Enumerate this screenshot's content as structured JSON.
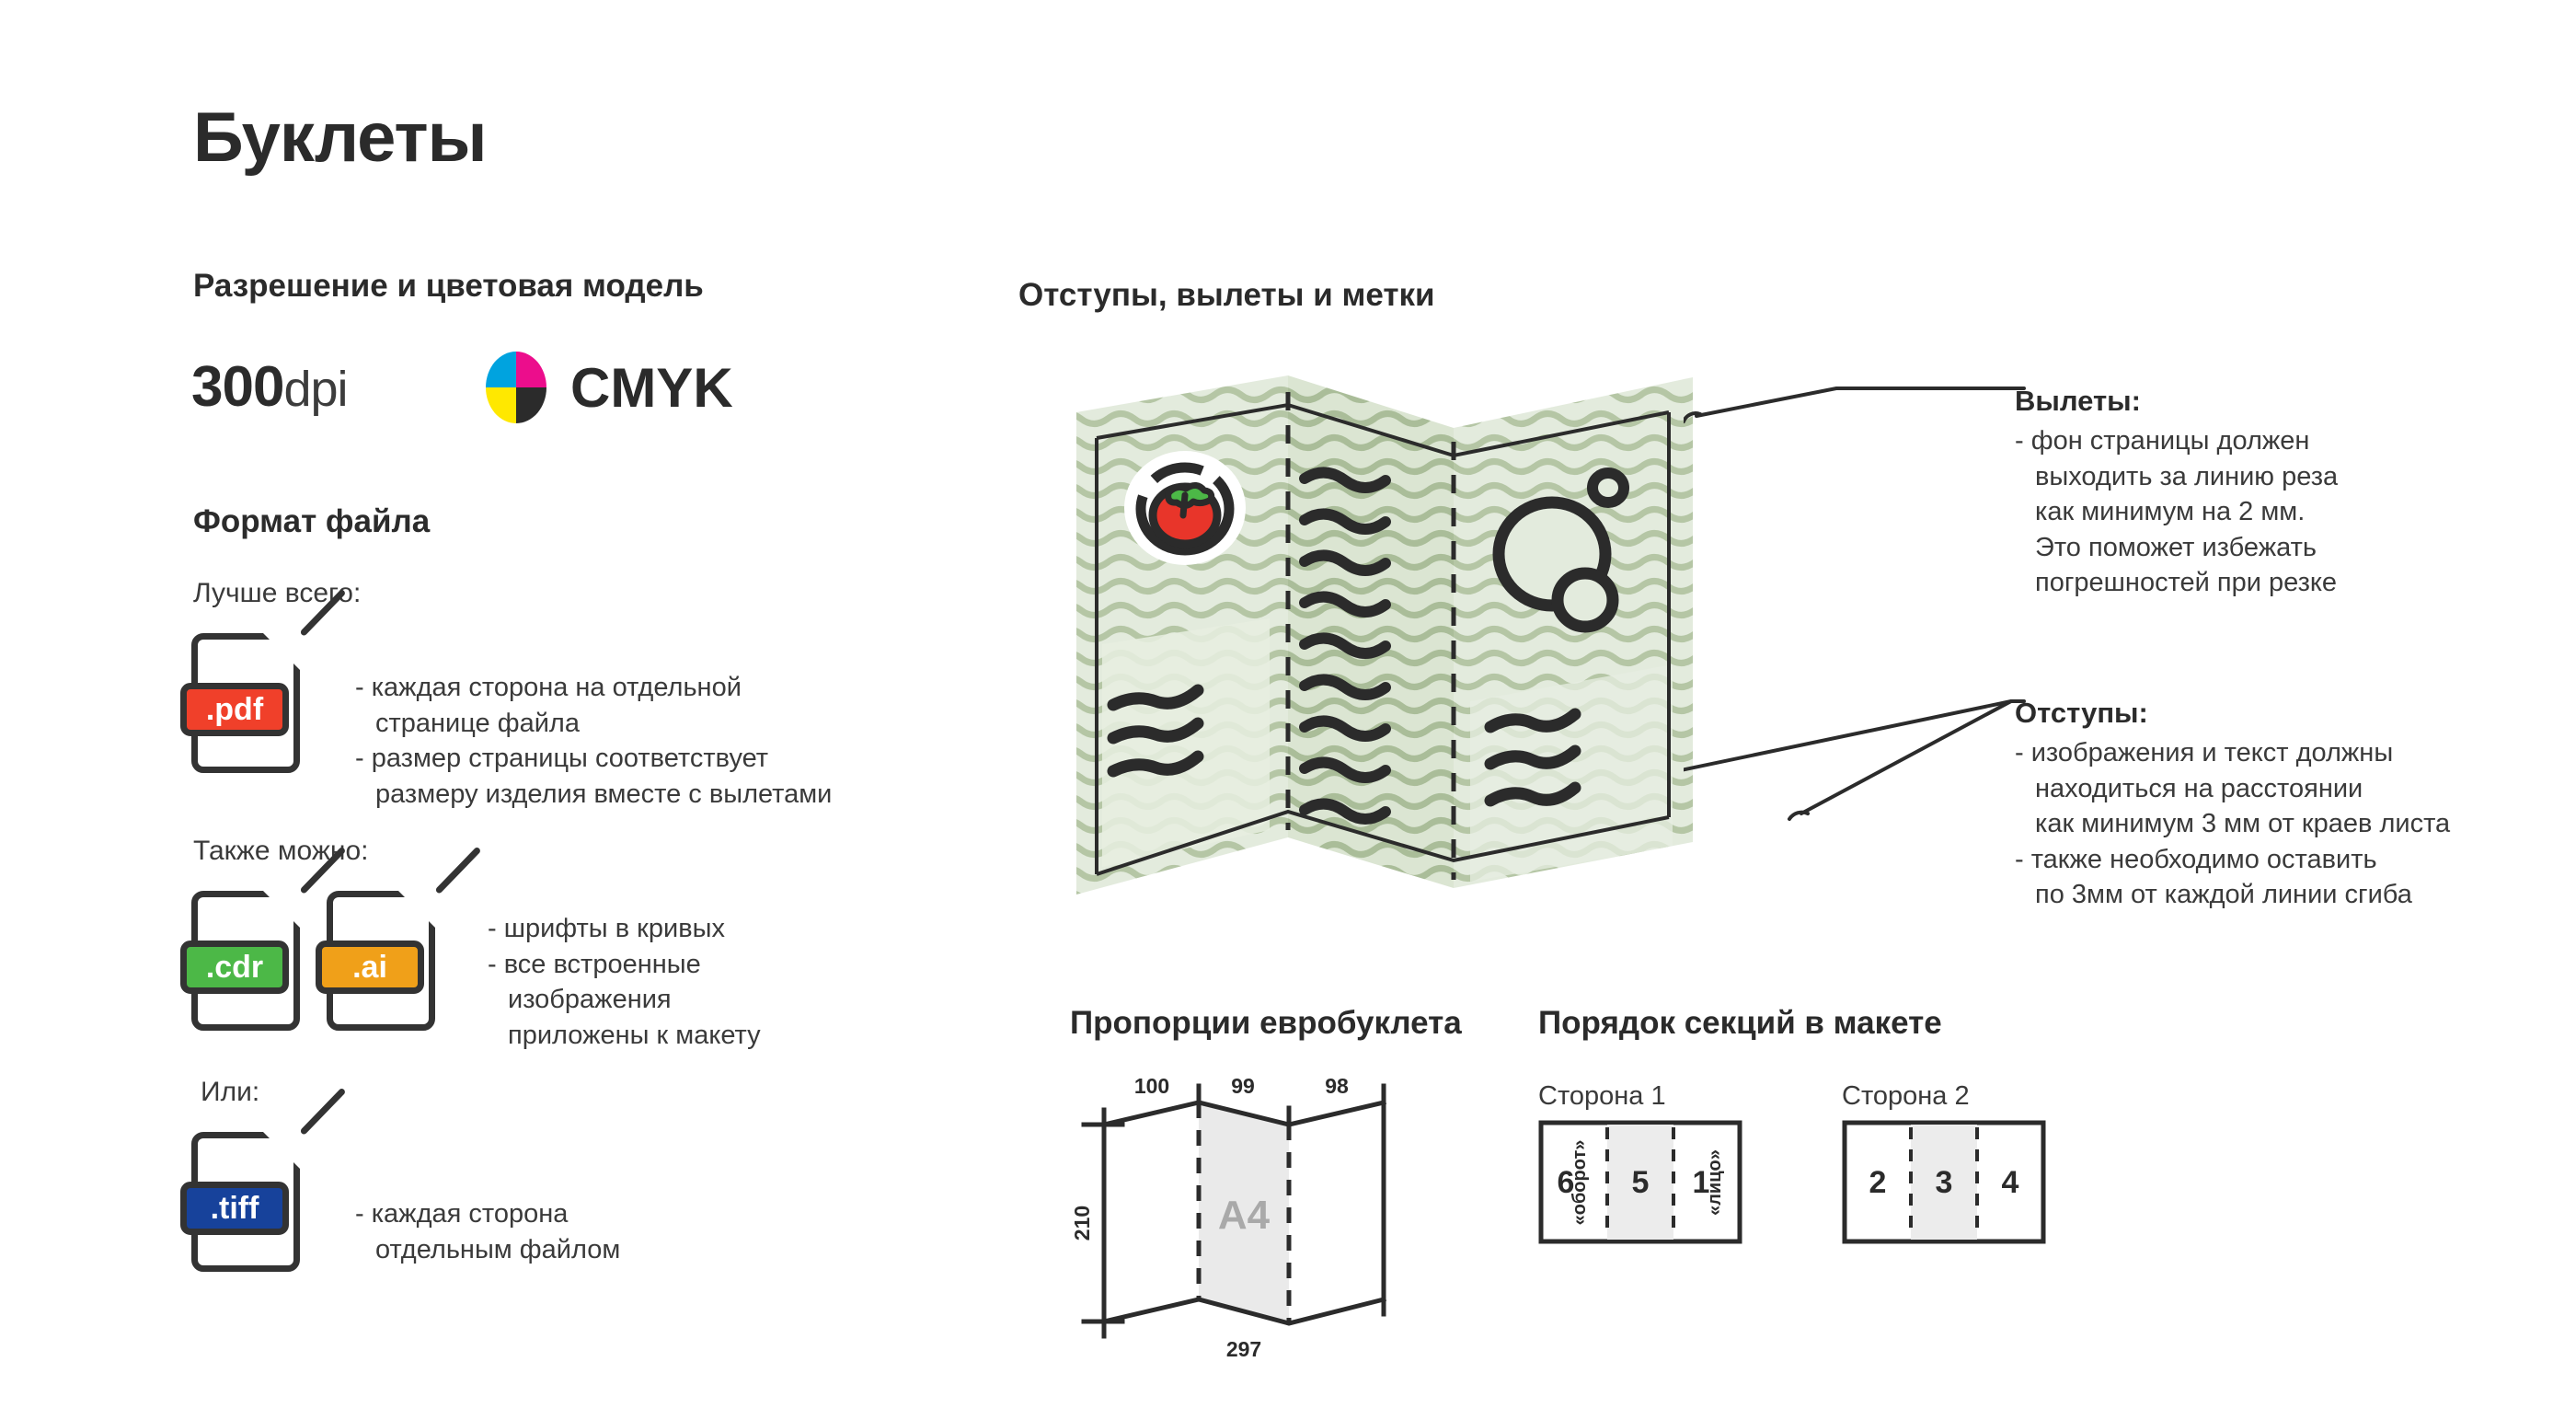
{
  "title": "Буклеты",
  "left_column": {
    "resolution_heading": "Разрешение и цветовая модель",
    "dpi_number": "300",
    "dpi_unit": "dpi",
    "color_model": "CMYK",
    "color_model_swatches": {
      "cyan": "#00a3df",
      "magenta": "#ec0d8c",
      "yellow": "#ffe800",
      "key": "#2b2b2b"
    },
    "file_format_heading": "Формат файла",
    "best_label": "Лучше всего:",
    "pdf_icon_label": ".pdf",
    "pdf_icon_color": "#f0402a",
    "pdf_notes": [
      "- каждая сторона на отдельной",
      "странице файла",
      "- размер страницы соответствует",
      "размеру изделия вместе с вылетами"
    ],
    "also_label": "Также можно:",
    "cdr_icon_label": ".cdr",
    "cdr_icon_color": "#4cb847",
    "ai_icon_label": ".ai",
    "ai_icon_color": "#f0a019",
    "also_notes": [
      "- шрифты в кривых",
      "- все встроенные",
      "изображения",
      "приложены к макету"
    ],
    "or_label": "Или:",
    "tiff_icon_label": ".tiff",
    "tiff_icon_color": "#17429b",
    "tiff_notes": [
      "- каждая сторона",
      "отдельным файлом"
    ]
  },
  "right_column": {
    "marks_heading": "Отступы, вылеты и метки",
    "callouts": [
      {
        "title": "Вылеты:",
        "lines": [
          "- фон страницы должен",
          "выходить за линию реза",
          "как минимум на 2 мм.",
          "Это поможет избежать",
          "погрешностей при резке"
        ]
      },
      {
        "title": "Отступы:",
        "lines": [
          "- изображения и текст должны",
          "находиться на расстоянии",
          "как минимум 3 мм от краев листа",
          "- также необходимо оставить",
          "по 3мм от каждой линии сгиба"
        ]
      }
    ],
    "proportions_heading": "Пропорции евробуклета",
    "proportions": {
      "panel_widths": [
        "100",
        "99",
        "98"
      ],
      "height": "210",
      "total_width": "297",
      "center_label": "A4"
    },
    "order_heading": "Порядок секций в макете",
    "sides": [
      {
        "label": "Сторона 1",
        "panels": [
          "6",
          "5",
          "1"
        ],
        "panel_notes": [
          "«оборот»",
          "",
          "«лицо»"
        ],
        "shaded_index": 1
      },
      {
        "label": "Сторона 2",
        "panels": [
          "2",
          "3",
          "4"
        ],
        "panel_notes": [
          "",
          "",
          ""
        ],
        "shaded_index": 1
      }
    ]
  },
  "illustration": {
    "paper_light": "#e3ebdd",
    "paper_wave": "#b5c6a5",
    "tomato_red": "#e8352a",
    "leaf_green": "#4cb847",
    "outline": "#2b2b2b"
  }
}
